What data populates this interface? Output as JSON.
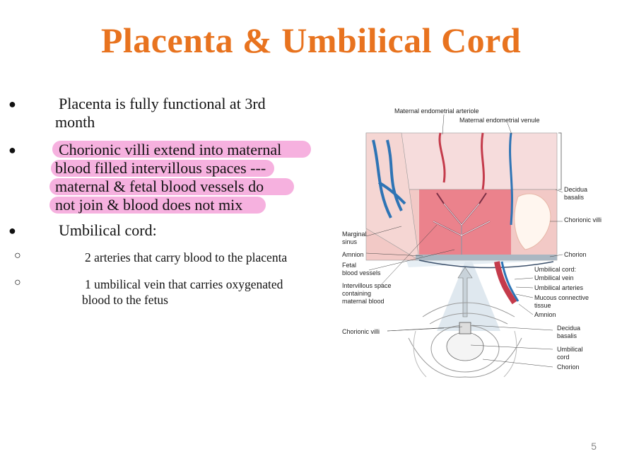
{
  "slide": {
    "title": "Placenta & Umbilical Cord",
    "page_number": "5"
  },
  "bullets": [
    {
      "line1": "Placenta is fully functional at 3rd",
      "line2": "month"
    },
    {
      "line1": "Chorionic villi extend into maternal",
      "line2": "blood filled intervillous spaces ---",
      "line3": "maternal & fetal blood vessels do",
      "line4": "not join & blood does not mix"
    },
    {
      "line1": "Umbilical cord:"
    }
  ],
  "sub_bullets": [
    {
      "line1": "2 arteries that carry blood to the placenta"
    },
    {
      "line1": "1 umbilical vein that carries oxygenated",
      "line2": "blood to the fetus"
    }
  ],
  "figure_labels": {
    "maternal_arteriole": "Maternal endometrial arteriole",
    "maternal_venule": "Maternal endometrial venule",
    "decidua_basalis_top_1": "Decidua",
    "decidua_basalis_top_2": "basalis",
    "chorionic_villi_right": "Chorionic villi",
    "marginal_sinus_1": "Marginal",
    "marginal_sinus_2": "sinus",
    "amnion_left": "Amnion",
    "chorion_right": "Chorion",
    "fetal_vessels_1": "Fetal",
    "fetal_vessels_2": "blood vessels",
    "umbilical_cord_hdr": "Umbilical cord:",
    "umbilical_vein": "Umbilical vein",
    "umbilical_arteries": "Umbilical arteries",
    "intervillous_1": "Intervillous space",
    "intervillous_2": "containing",
    "intervillous_3": "maternal blood",
    "mucous_1": "Mucous connective",
    "mucous_2": "tissue",
    "amnion_right": "Amnion",
    "chorionic_villi_left": "Chorionic villi",
    "decidua_basalis_bot_1": "Decidua",
    "decidua_basalis_bot_2": "basalis",
    "umbilical_cord_1": "Umbilical",
    "umbilical_cord_2": "cord",
    "chorion_bottom": "Chorion"
  },
  "colors": {
    "title": "#e8731f",
    "highlight": "#f5a3d9"
  }
}
